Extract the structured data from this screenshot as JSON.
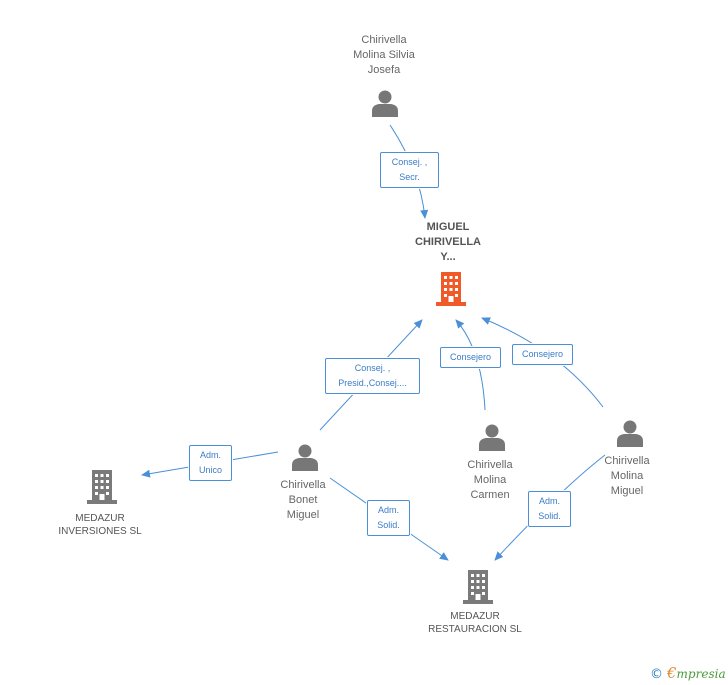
{
  "colors": {
    "edge": "#4a8fd8",
    "person": "#777777",
    "company": "#7a7a7a",
    "main_company": "#f05a28"
  },
  "nodes": {
    "silvia": {
      "label": "Chirivella\nMolina Silvia\nJosefa",
      "icon": "person-icon"
    },
    "main": {
      "label": "MIGUEL\nCHIRIVELLA\nY...",
      "icon": "building-icon"
    },
    "bonet": {
      "label": "Chirivella\nBonet\nMiguel",
      "icon": "person-icon"
    },
    "carmen": {
      "label": "Chirivella\nMolina\nCarmen",
      "icon": "person-icon"
    },
    "molina_miguel": {
      "label": "Chirivella\nMolina\nMiguel",
      "icon": "person-icon"
    },
    "inversiones": {
      "label": "MEDAZUR\nINVERSIONES SL",
      "icon": "building-icon"
    },
    "restauracion": {
      "label": "MEDAZUR\nRESTAURACION SL",
      "icon": "building-icon"
    }
  },
  "edges": {
    "silvia_main": "Consej. ,\nSecr.",
    "bonet_main": "Consej. ,\nPresid.,Consej....",
    "carmen_main": "Consejero",
    "molina_main": "Consejero",
    "bonet_inversiones": "Adm.\nUnico",
    "bonet_restauracion": "Adm.\nSolid.",
    "molina_restauracion": "Adm.\nSolid."
  },
  "footer": {
    "copyright": "©",
    "brand_initial": "€",
    "brand_rest": "mpresia"
  }
}
